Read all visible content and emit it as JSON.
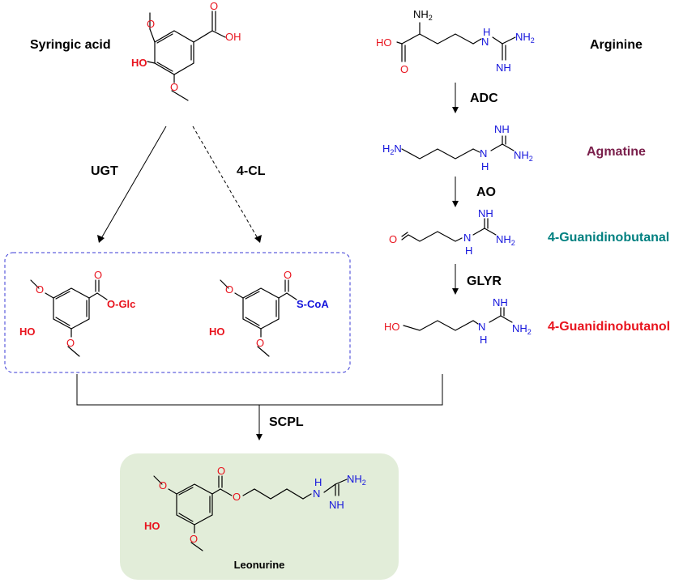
{
  "colors": {
    "oxygen": "#e8141e",
    "nitrogen": "#1414dc",
    "agmatine": "#7a1f4b",
    "guanidinobutanal": "#008080",
    "guanidinobutanol": "#e8141e",
    "box_fill": "#e2edd9",
    "dashed_box": "#3a3ad6"
  },
  "compounds": {
    "syringic_acid": "Syringic acid",
    "arginine": "Arginine",
    "agmatine": "Agmatine",
    "guanidinobutanal": "4-Guanidinobutanal",
    "guanidinobutanol": "4-Guanidinobutanol",
    "leonurine": "Leonurine"
  },
  "enzymes": {
    "ugt": "UGT",
    "four_cl": "4-CL",
    "adc": "ADC",
    "ao": "AO",
    "glyr": "GLYR",
    "scpl": "SCPL"
  },
  "atoms": {
    "oh": "OH",
    "ho": "HO",
    "o": "O",
    "nh": "NH",
    "nh2": "NH",
    "h2n": "H",
    "h": "H",
    "n": "N",
    "sub2": "2",
    "o_glc": "O-Glc",
    "s_coa": "S-CoA"
  }
}
